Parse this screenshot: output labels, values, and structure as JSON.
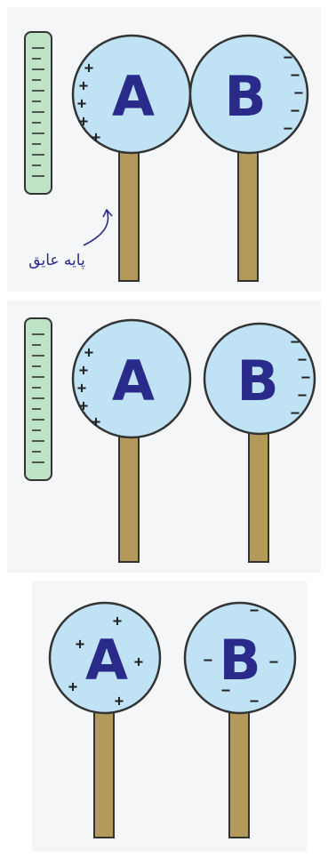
{
  "panels": [
    {
      "sphere_a": {
        "label": "A",
        "charges": [
          "+",
          "+",
          "+",
          "+",
          "+"
        ]
      },
      "sphere_b": {
        "label": "B",
        "charges": [
          "−",
          "−",
          "−",
          "−",
          "−"
        ]
      },
      "insulating_stand_label": "پایه عایق",
      "has_ruler": true
    },
    {
      "sphere_a": {
        "label": "A",
        "charges": [
          "+",
          "+",
          "+",
          "+",
          "+"
        ]
      },
      "sphere_b": {
        "label": "B",
        "charges": [
          "−",
          "−",
          "−",
          "−",
          "−"
        ]
      },
      "has_ruler": true
    },
    {
      "sphere_a": {
        "label": "A",
        "charges": [
          "+",
          "+",
          "+",
          "+",
          "+"
        ]
      },
      "sphere_b": {
        "label": "B",
        "charges": [
          "−",
          "−",
          "−",
          "−",
          "−"
        ]
      },
      "has_ruler": false
    }
  ],
  "colors": {
    "sphere_fill": "#bfe3f4",
    "sphere_stroke": "#333333",
    "stand_fill": "#b39a5a",
    "ruler_fill": "#bfe3c7",
    "letter_color": "#2a2a8a"
  }
}
